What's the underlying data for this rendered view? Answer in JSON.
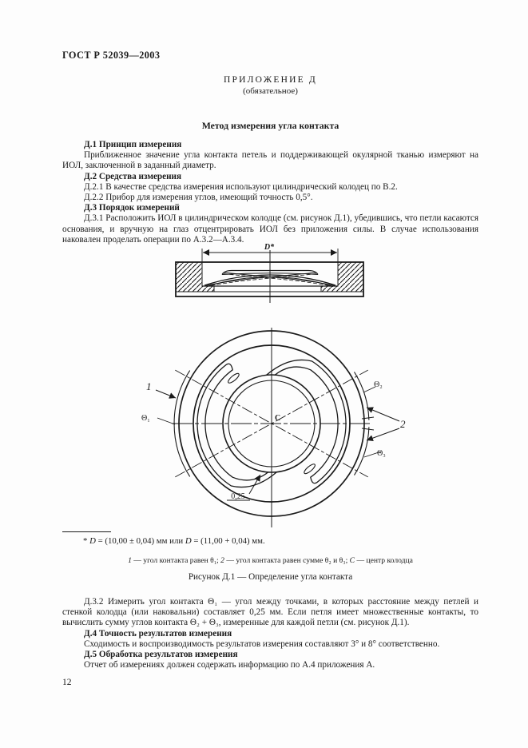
{
  "page": {
    "standard_ref": "ГОСТ Р 52039—2003",
    "page_number": "12"
  },
  "appendix": {
    "title": "ПРИЛОЖЕНИЕ Д",
    "subtitle": "(обязательное)",
    "heading": "Метод измерения угла контакта"
  },
  "sections": {
    "d1_heading": "Д.1 Принцип измерения",
    "d1_text": "Приближенное значение угла контакта петель и поддерживающей окулярной тканью измеряют на ИОЛ, заключенной в заданный диаметр.",
    "d2_heading": "Д.2 Средства измерения",
    "d2_1": "Д.2.1 В качестве средства измерения используют цилиндрический колодец по В.2.",
    "d2_2": "Д.2.2 Прибор для измерения углов, имеющий точность 0,5°.",
    "d3_heading": "Д.3 Порядок измерений",
    "d3_1": "Д.3.1 Расположить ИОЛ в цилиндрическом колодце (см. рисунок Д.1), убедившись, что петли касаются основания, и вручную на глаз отцентрировать ИОЛ без приложения силы. В случае использования наковален проделать операции по А.3.2—А.3.4.",
    "d3_2": "Д.3.2 Измерить угол контакта Θ₁ — угол между точками, в которых расстояние между петлей и стенкой колодца (или наковальни) составляет 0,25 мм. Если петля имеет множественные контакты, то вычислить сумму углов контакта Θ₂ + Θ₃, измеренные для каждой петли (см. рисунок Д.1).",
    "d4_heading": "Д.4 Точность результатов измерения",
    "d4_text": "Сходимость и воспроизводимость результатов измерения составляют 3° и 8° соответственно.",
    "d5_heading": "Д.5 Обработка результатов измерения",
    "d5_text": "Отчет об измерениях должен содержать информацию по А.4 приложения А."
  },
  "figure": {
    "dim_label": "D*",
    "center_label": "C",
    "gap_label": "0,25",
    "callout_1": "1",
    "callout_2": "2",
    "theta1": "Θ₁",
    "theta2": "Θ₂",
    "theta3": "Θ₃",
    "footnote": {
      "star": "*  ",
      "d1": "D",
      "mid": " = (10,00 ± 0,04) мм или ",
      "d2": "D",
      "tail": " = (11,00 + 0,04) мм."
    },
    "legend": {
      "i1": "1",
      "t1": " — угол контакта равен θ₁; ",
      "i2": "2",
      "t2": " — угол контакта равен сумме θ₂ и θ₃; ",
      "i3": "C",
      "t3": " — центр колодца"
    },
    "caption": "Рисунок Д.1 — Определение угла контакта",
    "ink_color": "#1b1b1b"
  }
}
